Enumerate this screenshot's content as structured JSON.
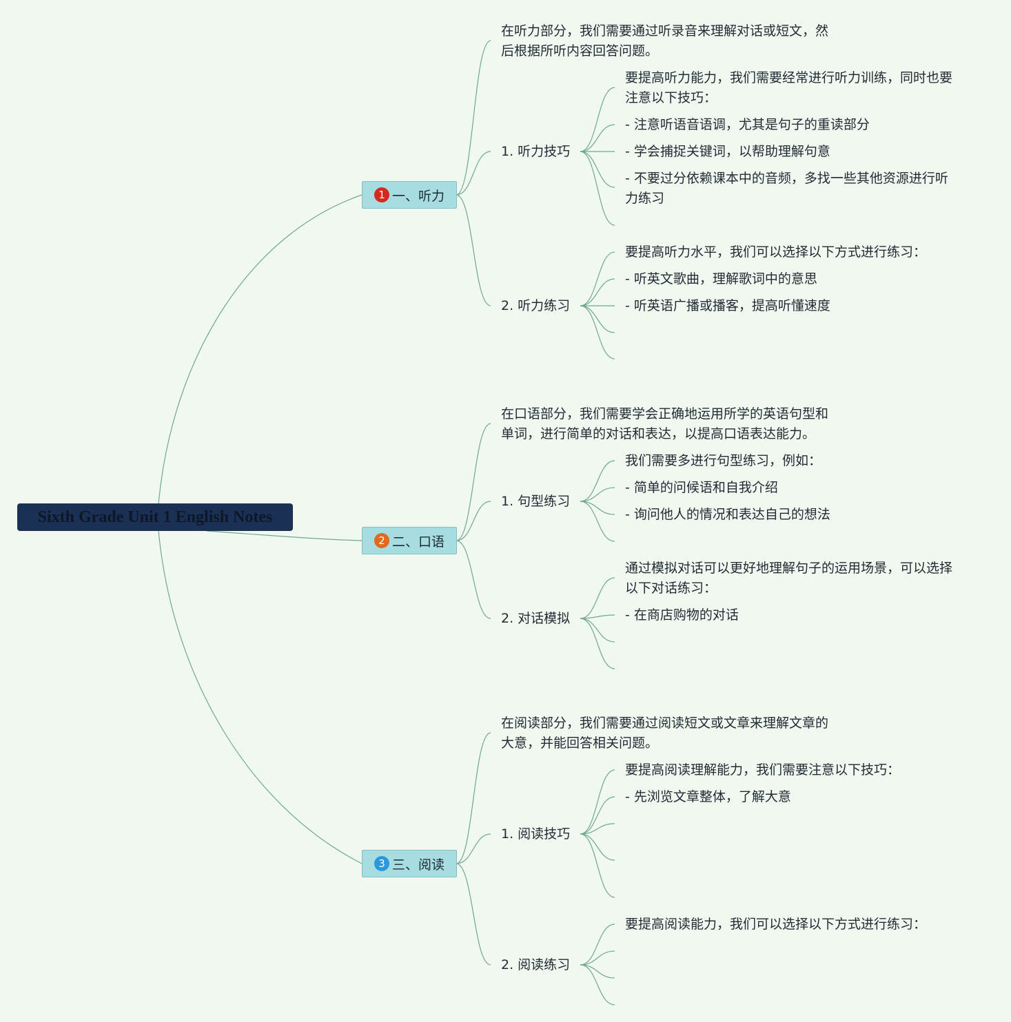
{
  "root": "Sixth Grade Unit 1 English Notes",
  "colors": {
    "background": "#f0f8ef",
    "root_fill": "#1b3055",
    "branch_fill": "#a7dce0",
    "connector": "#6fa98d",
    "badge_1": "#d6281b",
    "badge_2": "#e36a1c",
    "badge_3": "#2b98dc"
  },
  "branches": [
    {
      "badge": "1",
      "label": "一、听力",
      "intro": [
        "在听力部分，我们需要通过听录音来理解对话或短文，然",
        "后根据所听内容回答问题。"
      ],
      "subs": [
        {
          "label": "1. 听力技巧",
          "details": [
            [
              "要提高听力能力，我们需要经常进行听力训练，同时也要",
              "注意以下技巧："
            ],
            [
              "- 注意听语音语调，尤其是句子的重读部分"
            ],
            [
              "- 学会捕捉关键词，以帮助理解句意"
            ],
            [
              "- 不要过分依赖课本中的音频，多找一些其他资源进行听",
              "力练习"
            ]
          ]
        },
        {
          "label": "2. 听力练习",
          "details": [
            [
              "要提高听力水平，我们可以选择以下方式进行练习："
            ],
            [
              "- 听英文歌曲，理解歌词中的意思"
            ],
            [
              "- 听英语广播或播客，提高听懂速度"
            ]
          ]
        }
      ]
    },
    {
      "badge": "2",
      "label": "二、口语",
      "intro": [
        "在口语部分，我们需要学会正确地运用所学的英语句型和",
        "单词，进行简单的对话和表达，以提高口语表达能力。"
      ],
      "subs": [
        {
          "label": "1. 句型练习",
          "details": [
            [
              "我们需要多进行句型练习，例如："
            ],
            [
              "- 简单的问候语和自我介绍"
            ],
            [
              "- 询问他人的情况和表达自己的想法"
            ]
          ]
        },
        {
          "label": "2. 对话模拟",
          "details": [
            [
              "通过模拟对话可以更好地理解句子的运用场景，可以选择",
              "以下对话练习："
            ],
            [
              "- 在商店购物的对话"
            ]
          ]
        }
      ]
    },
    {
      "badge": "3",
      "label": "三、阅读",
      "intro": [
        "在阅读部分，我们需要通过阅读短文或文章来理解文章的",
        "大意，并能回答相关问题。"
      ],
      "subs": [
        {
          "label": "1. 阅读技巧",
          "details": [
            [
              "要提高阅读理解能力，我们需要注意以下技巧："
            ],
            [
              "- 先浏览文章整体，了解大意"
            ]
          ]
        },
        {
          "label": "2. 阅读练习",
          "details": [
            [
              "要提高阅读能力，我们可以选择以下方式进行练习："
            ]
          ]
        }
      ]
    }
  ]
}
